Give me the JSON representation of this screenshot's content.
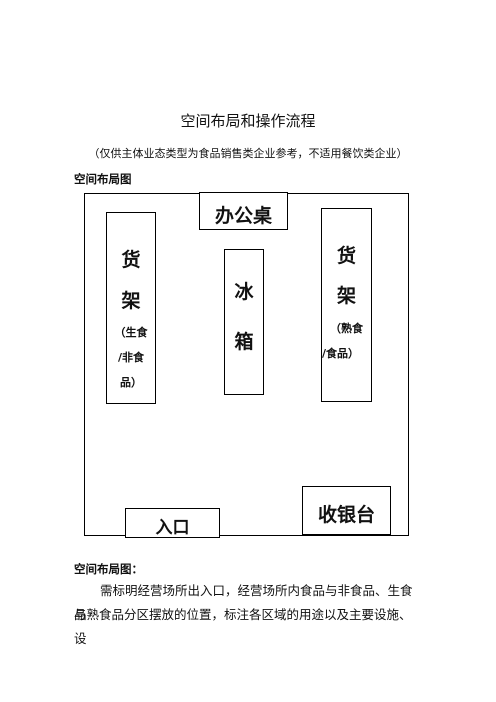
{
  "doc": {
    "title": "空间布局和操作流程",
    "subtitle": "（仅供主体业态类型为食品销售类企业参考，不适用餐饮类企业）",
    "section_heading": "空间布局图",
    "caption_heading": "空间布局图：",
    "paragraph_line1": "需标明经营场所出入口，经营场所内食品与非食品、生食品",
    "paragraph_line2": "与熟食品分区摆放的位置，标注各区域的用途以及主要设施、设"
  },
  "floorplan": {
    "office_desk": "办公桌",
    "left_shelf": {
      "char1": "货",
      "char2": "架",
      "note1": "（生食",
      "note2": "/非食",
      "note3": "品）"
    },
    "fridge": {
      "char1": "冰",
      "char2": "箱"
    },
    "right_shelf": {
      "char1": "货",
      "char2": "架",
      "note1": "（熟食",
      "note2": "/食品）"
    },
    "entrance": "入口",
    "cashier": "收银台"
  }
}
